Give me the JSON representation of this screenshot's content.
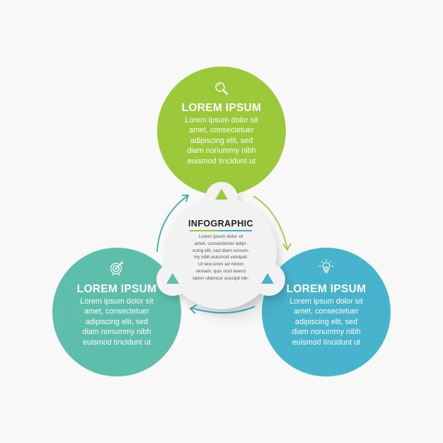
{
  "colors": {
    "background": "#f8f8f8",
    "green": "#9bc93a",
    "teal": "#5dbeac",
    "blue": "#48b3cc",
    "center": "#f2f2f2"
  },
  "center": {
    "title": "INFOGRAPHIC",
    "body_lines": [
      "Lorem ipsum dolor sit",
      "amet, consectetuer adipi-",
      "scing elit, sed diam nonum-",
      "my nibh euismod volutpat.",
      "Ut wisi enim ad minim",
      "veniam, quis nost exerci",
      "tation ullamcor suscipit lob-"
    ]
  },
  "steps": [
    {
      "id": "top",
      "icon": "magnifier-icon",
      "title": "LOREM IPSUM",
      "body_lines": [
        "Lorem ipsum dolor sit",
        "amet, consectetuer",
        "adipiscing elit, sed",
        "diam nonummy nibh",
        "euismod tincidunt ut"
      ]
    },
    {
      "id": "left",
      "icon": "target-icon",
      "title": "LOREM IPSUM",
      "body_lines": [
        "Lorem ipsum dolor sit",
        "amet, consectetuer",
        "adipiscing elit, sed",
        "diam nonummy nibh",
        "euismod tincidunt ut"
      ]
    },
    {
      "id": "right",
      "icon": "lightbulb-icon",
      "title": "LOREM IPSUM",
      "body_lines": [
        "Lorem ipsum dolor sit",
        "amet, consectetuer",
        "adipiscing elit, sed",
        "diam nonummy nibh",
        "euismod tincidunt ut"
      ]
    }
  ]
}
